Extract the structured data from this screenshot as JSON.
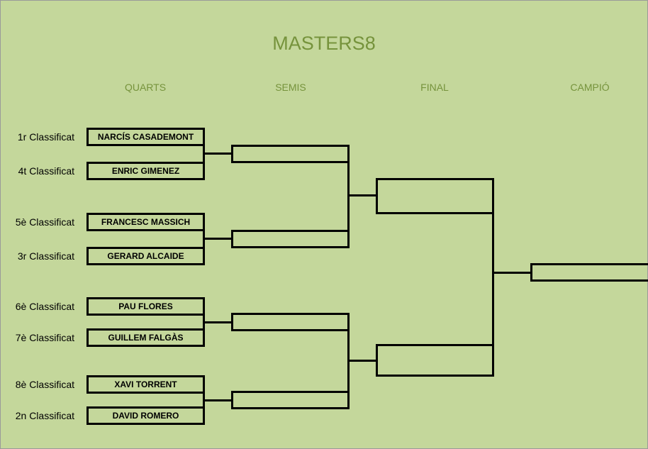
{
  "title": "MASTERS8",
  "rounds": [
    "QUARTS",
    "SEMIS",
    "FINAL",
    "CAMPIÓ"
  ],
  "entries": [
    {
      "seed": "1r Classificat",
      "player": "NARCÍS CASADEMONT"
    },
    {
      "seed": "4t Classificat",
      "player": "ENRIC GIMENEZ"
    },
    {
      "seed": "5è Classificat",
      "player": "FRANCESC MASSICH"
    },
    {
      "seed": "3r Classificat",
      "player": "GERARD ALCAIDE"
    },
    {
      "seed": "6è Classificat",
      "player": "PAU FLORES"
    },
    {
      "seed": "7è Classificat",
      "player": "GUILLEM FALGÀS"
    },
    {
      "seed": "8è Classificat",
      "player": "XAVI TORRENT"
    },
    {
      "seed": "2n Classificat",
      "player": "DAVID ROMERO"
    }
  ],
  "colors": {
    "background": "#c4d79b",
    "heading": "#76933c",
    "lines": "#000000"
  }
}
